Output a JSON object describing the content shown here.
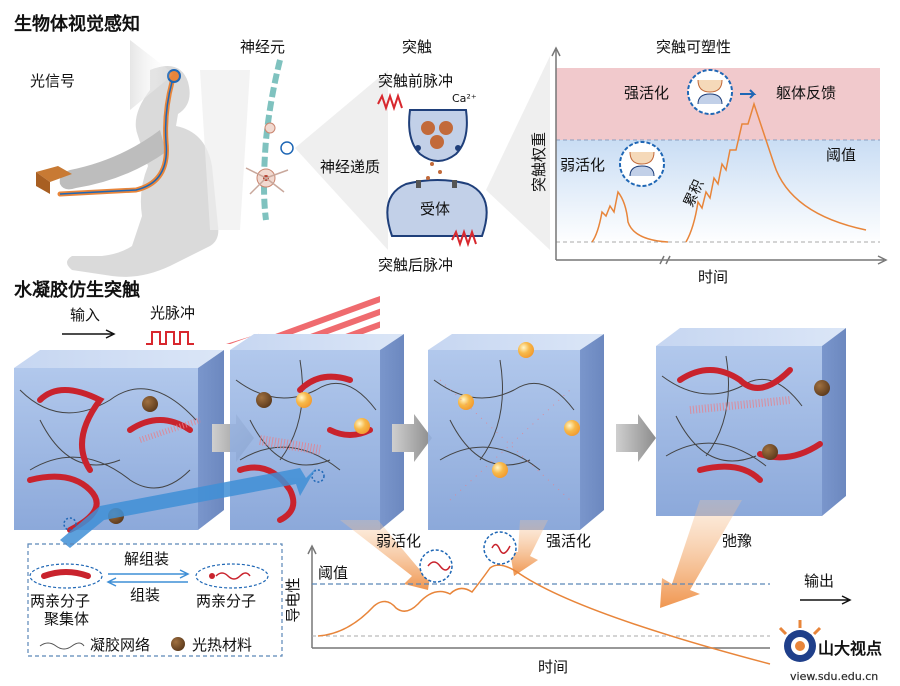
{
  "section1": {
    "title": "生物体视觉感知",
    "light_signal": "光信号",
    "neuron": "神经元",
    "synapse": "突触",
    "presynaptic_pulse": "突触前脉冲",
    "calcium": "Ca²⁺",
    "neurotransmitter": "神经递质",
    "receptor": "受体",
    "postsynaptic_pulse": "突触后脉冲",
    "plasticity": {
      "title": "突触可塑性",
      "ylabel": "突触权重",
      "xlabel": "时间",
      "strong": "强活化",
      "feedback": "躯体反馈",
      "weak": "弱活化",
      "threshold": "阈值",
      "accumulate": "累积"
    }
  },
  "section2": {
    "title": "水凝胶仿生突触",
    "input": "输入",
    "light_pulse": "光脉冲",
    "weak_activation": "弱活化",
    "strong_activation": "强活化",
    "relaxation": "弛豫",
    "output": "输出",
    "legend": {
      "disassemble": "解组装",
      "assemble": "组装",
      "aggregate": "两亲分子\n聚集体",
      "aggregate_l1": "两亲分子",
      "aggregate_l2": "聚集体",
      "molecule": "两亲分子",
      "network": "凝胶网络",
      "photothermal": "光热材料"
    },
    "conductivity_chart": {
      "ylabel": "导电性",
      "xlabel": "时间",
      "threshold": "阈值"
    }
  },
  "watermark": {
    "name": "山大视点",
    "url": "view.sdu.edu.cn"
  },
  "colors": {
    "accent_red": "#d8282e",
    "pink_band": "#f1c9cc",
    "blue_band": "#cfe2f5",
    "orange_curve": "#e8853a",
    "cube_blue": "#8fb0e0",
    "dashed_blue": "#5b87b8"
  }
}
